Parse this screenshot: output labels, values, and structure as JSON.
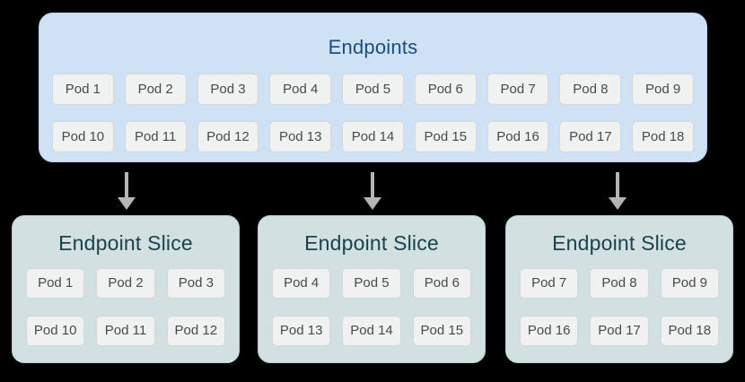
{
  "palette": {
    "canvas_bg": "#000000",
    "endpoints_bg": "#cfe1f4",
    "endpoints_border": "#b9d1ec",
    "endpoints_title": "#1b4e7e",
    "slice_bg": "#d3e0e1",
    "slice_border": "#b4cdd0",
    "slice_title": "#1b434b",
    "pod_bg": "#f0f1f1",
    "pod_border": "#d6d8d8",
    "pod_text": "#4a4a4a",
    "arrow": "#b5b5b5"
  },
  "endpoints": {
    "title": "Endpoints",
    "pod_rows": [
      [
        "Pod 1",
        "Pod 2",
        "Pod 3",
        "Pod 4",
        "Pod 5",
        "Pod 6",
        "Pod 7",
        "Pod 8",
        "Pod 9"
      ],
      [
        "Pod 10",
        "Pod 11",
        "Pod 12",
        "Pod 13",
        "Pod 14",
        "Pod 15",
        "Pod 16",
        "Pod 17",
        "Pod 18"
      ]
    ]
  },
  "slices": [
    {
      "title": "Endpoint Slice",
      "pod_rows": [
        [
          "Pod 1",
          "Pod 2",
          "Pod 3"
        ],
        [
          "Pod 10",
          "Pod 11",
          "Pod 12"
        ]
      ]
    },
    {
      "title": "Endpoint Slice",
      "pod_rows": [
        [
          "Pod 4",
          "Pod 5",
          "Pod 6"
        ],
        [
          "Pod 13",
          "Pod 14",
          "Pod 15"
        ]
      ]
    },
    {
      "title": "Endpoint Slice",
      "pod_rows": [
        [
          "Pod 7",
          "Pod 8",
          "Pod 9"
        ],
        [
          "Pod 16",
          "Pod 17",
          "Pod 18"
        ]
      ]
    }
  ]
}
